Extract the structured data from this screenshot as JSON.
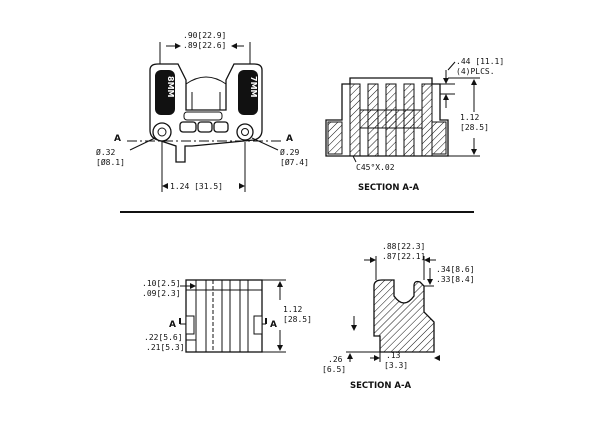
{
  "top_left": {
    "dim_top_1": ".90[22.9]",
    "dim_top_2": ".89[22.6]",
    "dia_left_1": "Ø.32",
    "dia_left_2": "[Ø8.1]",
    "dia_right_1": "Ø.29",
    "dia_right_2": "[Ø7.4]",
    "dim_bottom": "1.24 [31.5]",
    "emboss_left": "8MM",
    "emboss_right": "7MM",
    "section_mark": "A"
  },
  "top_right": {
    "dim_1": ".44 [11.1]",
    "dim_2": "(4)PLCS.",
    "height_1": "1.12",
    "height_2": "[28.5]",
    "chamfer": "C45°X.02",
    "title": "SECTION A-A"
  },
  "bottom_left": {
    "dim_a_1": ".10[2.5]",
    "dim_a_2": ".09[2.3]",
    "height_1": "1.12",
    "height_2": "[28.5]",
    "dim_b_1": ".22[5.6]",
    "dim_b_2": ".21[5.3]",
    "section_mark": "A"
  },
  "bottom_right": {
    "dim_top_1": ".88[22.3]",
    "dim_top_2": ".87[22.1]",
    "dim_side_1": ".34[8.6]",
    "dim_side_2": ".33[8.4]",
    "dim_base_1": ".13",
    "dim_base_2": "[3.3]",
    "dim_left_1": ".26",
    "dim_left_2": "[6.5]",
    "title": "SECTION A-A"
  }
}
